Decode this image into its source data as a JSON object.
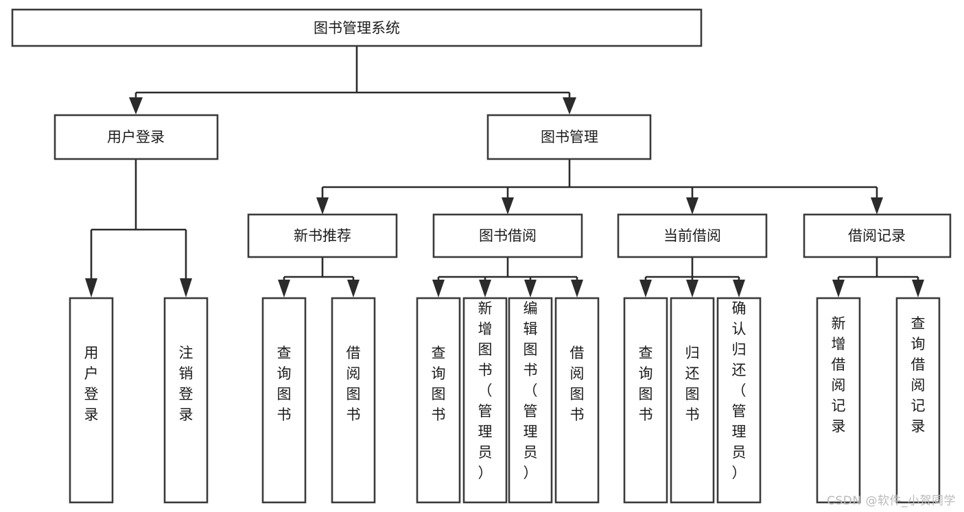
{
  "diagram": {
    "type": "tree",
    "title": "图书管理系统",
    "watermark": "CSDN @软件_小贺同学",
    "colors": {
      "background": "#ffffff",
      "box_stroke": "#3a3a3a",
      "connector": "#2b2b2b",
      "text": "#1b1b1b",
      "watermark": "#b9b9b9"
    },
    "nodes": {
      "root": {
        "label": "图书管理系统",
        "level": 1,
        "orientation": "horizontal"
      },
      "l2_0": {
        "label": "用户登录",
        "level": 2,
        "orientation": "horizontal"
      },
      "l2_1": {
        "label": "图书管理",
        "level": 2,
        "orientation": "horizontal"
      },
      "l3_0": {
        "label": "新书推荐",
        "level": 3,
        "orientation": "horizontal"
      },
      "l3_1": {
        "label": "图书借阅",
        "level": 3,
        "orientation": "horizontal"
      },
      "l3_2": {
        "label": "当前借阅",
        "level": 3,
        "orientation": "horizontal"
      },
      "l3_3": {
        "label": "借阅记录",
        "level": 3,
        "orientation": "horizontal"
      },
      "leaf_0": {
        "label": "用户登录",
        "level": 4,
        "orientation": "vertical"
      },
      "leaf_1": {
        "label": "注销登录",
        "level": 4,
        "orientation": "vertical"
      },
      "leaf_2": {
        "label": "查询图书",
        "level": 4,
        "orientation": "vertical"
      },
      "leaf_3": {
        "label": "借阅图书",
        "level": 4,
        "orientation": "vertical"
      },
      "leaf_4": {
        "label": "查询图书",
        "level": 4,
        "orientation": "vertical"
      },
      "leaf_5": {
        "label": "新增图书（管理员）",
        "level": 4,
        "orientation": "vertical"
      },
      "leaf_6": {
        "label": "编辑图书（管理员）",
        "level": 4,
        "orientation": "vertical"
      },
      "leaf_7": {
        "label": "借阅图书",
        "level": 4,
        "orientation": "vertical"
      },
      "leaf_8": {
        "label": "查询图书",
        "level": 4,
        "orientation": "vertical"
      },
      "leaf_9": {
        "label": "归还图书",
        "level": 4,
        "orientation": "vertical"
      },
      "leaf_10": {
        "label": "确认归还（管理员）",
        "level": 4,
        "orientation": "vertical"
      },
      "leaf_11": {
        "label": "新增借阅记录",
        "level": 4,
        "orientation": "vertical"
      },
      "leaf_12": {
        "label": "查询借阅记录",
        "level": 4,
        "orientation": "vertical"
      }
    },
    "edges": [
      {
        "from": "root",
        "to": "l2_0"
      },
      {
        "from": "root",
        "to": "l2_1"
      },
      {
        "from": "l2_0",
        "to": "leaf_0"
      },
      {
        "from": "l2_0",
        "to": "leaf_1"
      },
      {
        "from": "l2_1",
        "to": "l3_0"
      },
      {
        "from": "l2_1",
        "to": "l3_1"
      },
      {
        "from": "l2_1",
        "to": "l3_2"
      },
      {
        "from": "l2_1",
        "to": "l3_3"
      },
      {
        "from": "l3_0",
        "to": "leaf_2"
      },
      {
        "from": "l3_0",
        "to": "leaf_3"
      },
      {
        "from": "l3_1",
        "to": "leaf_4"
      },
      {
        "from": "l3_1",
        "to": "leaf_5"
      },
      {
        "from": "l3_1",
        "to": "leaf_6"
      },
      {
        "from": "l3_1",
        "to": "leaf_7"
      },
      {
        "from": "l3_2",
        "to": "leaf_8"
      },
      {
        "from": "l3_2",
        "to": "leaf_9"
      },
      {
        "from": "l3_2",
        "to": "leaf_10"
      },
      {
        "from": "l3_3",
        "to": "leaf_11"
      },
      {
        "from": "l3_3",
        "to": "leaf_12"
      }
    ]
  }
}
